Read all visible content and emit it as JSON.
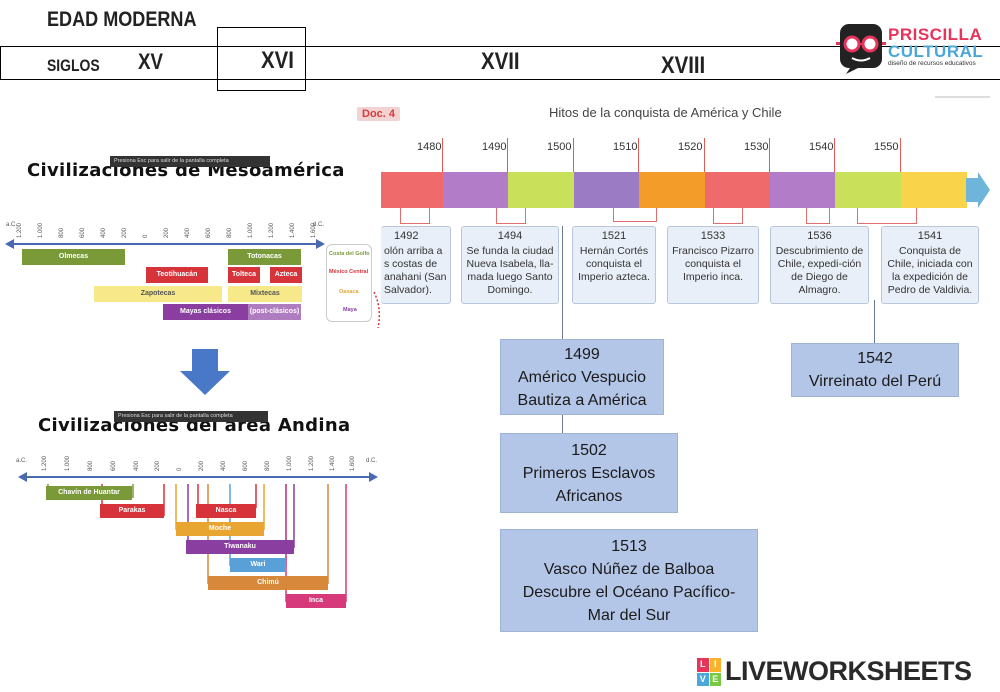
{
  "header": {
    "title": "EDAD MODERNA",
    "siglos_label": "SIGLOS",
    "centuries": [
      "XV",
      "XVI",
      "XVII",
      "XVIII"
    ]
  },
  "logo": {
    "line1": "PRISCILLA",
    "line2": "CULTURAL",
    "tagline": "diseño de recursos educativos",
    "colors": {
      "primary": "#e8335a",
      "secondary": "#4aa8d8",
      "dark": "#222222"
    }
  },
  "doc": {
    "badge": "Doc. 4",
    "title": "Hitos de la conquista de América y Chile",
    "years": [
      "1480",
      "1490",
      "1500",
      "1510",
      "1520",
      "1530",
      "1540",
      "1550"
    ],
    "segment_colors": [
      "#ef6b6b",
      "#b37cc8",
      "#c8e05a",
      "#9a7bc4",
      "#f39c2a",
      "#ef6b6b",
      "#b37cc8",
      "#c8e05a",
      "#f9d44a"
    ],
    "arrow_color": "#6fb5d9",
    "cards": [
      {
        "year": "1492",
        "text": "olón arriba a s costas de anahani (San Salvador)."
      },
      {
        "year": "1494",
        "text": "Se funda la ciudad Nueva Isabela, lla-mada luego Santo Domingo."
      },
      {
        "year": "1521",
        "text": "Hernán Cortés conquista el Imperio azteca."
      },
      {
        "year": "1533",
        "text": "Francisco Pizarro conquista el Imperio inca."
      },
      {
        "year": "1536",
        "text": "Descubrimiento de Chile, expedi-ción de Diego de Almagro."
      },
      {
        "year": "1541",
        "text": "Conquista de Chile, iniciada con la expedición de Pedro de Valdivia."
      }
    ]
  },
  "boxes": [
    {
      "year": "1499",
      "line1": "Américo Vespucio",
      "line2": "Bautiza a América"
    },
    {
      "year": "1502",
      "line1": "Primeros Esclavos",
      "line2": "Africanos"
    },
    {
      "year": "1513",
      "line1": "Vasco Núñez de Balboa",
      "line2": "Descubre el Océano Pacífico-",
      "line3": "Mar del Sur"
    },
    {
      "year": "1542",
      "line1": "Virreinato del Perú"
    }
  ],
  "meso": {
    "title": "Civilizaciones de Mesoamérica",
    "overlay": "Presiona  Esc  para salir de la pantalla completa",
    "left_label": "a.C.",
    "right_label": "d.C.",
    "ticks": [
      "1.200",
      "1.000",
      "800",
      "600",
      "400",
      "200",
      "0",
      "200",
      "400",
      "600",
      "800",
      "1.000",
      "1.200",
      "1.400",
      "1.600"
    ],
    "bands": [
      {
        "label": "Olmecas",
        "color": "#7a9a3a"
      },
      {
        "label": "Totonacas",
        "color": "#7a9a3a"
      },
      {
        "label": "Teotihuacán",
        "color": "#d6333a"
      },
      {
        "label": "Tolteca",
        "color": "#d6333a"
      },
      {
        "label": "Azteca",
        "color": "#d6333a"
      },
      {
        "label": "Zapotecas",
        "color": "#f7e88a"
      },
      {
        "label": "Mixtecas",
        "color": "#f7e88a"
      },
      {
        "label": "Mayas clásicos",
        "color": "#8a3ea0"
      },
      {
        "label": "(post-clásicos)",
        "color": "#8a3ea0"
      }
    ],
    "legend": [
      "Costa del Golfo",
      "México Central",
      "Oaxaca",
      "Maya"
    ]
  },
  "andina": {
    "title": "Civilizaciones del área Andina",
    "overlay": "Presiona  Esc  para salir de la pantalla completa",
    "left_label": "a.C.",
    "right_label": "d.C.",
    "ticks": [
      "1.200",
      "1.000",
      "800",
      "600",
      "400",
      "200",
      "0",
      "200",
      "400",
      "600",
      "800",
      "1.000",
      "1.200",
      "1.400",
      "1.600"
    ],
    "bands": [
      {
        "label": "Chavín de Huantar",
        "color": "#7a9a3a"
      },
      {
        "label": "Parakas",
        "color": "#d6333a"
      },
      {
        "label": "Nasca",
        "color": "#d6333a"
      },
      {
        "label": "Moche",
        "color": "#e8a532"
      },
      {
        "label": "Tiwanaku",
        "color": "#8a3ea0"
      },
      {
        "label": "Wari",
        "color": "#5aa0d8"
      },
      {
        "label": "Chimú",
        "color": "#d8883a"
      },
      {
        "label": "Inca",
        "color": "#d63a7a"
      }
    ]
  },
  "footer": {
    "brand": "LIVEWORKSHEETS",
    "badge_letters": [
      "L",
      "I",
      "V",
      "E"
    ]
  }
}
